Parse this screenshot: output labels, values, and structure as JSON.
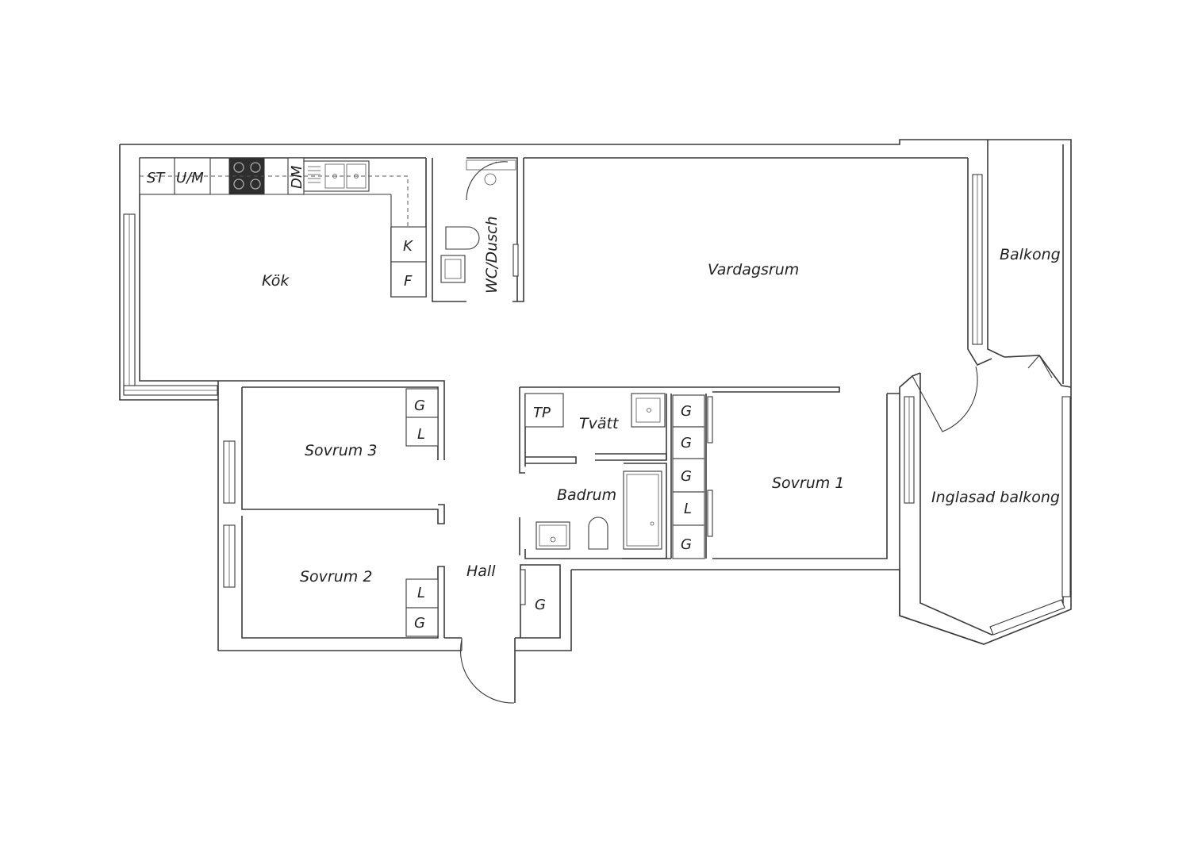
{
  "rooms": {
    "kok": "Kök",
    "wc_dusch": "WC/Dusch",
    "vardagsrum": "Vardagsrum",
    "balkong": "Balkong",
    "inglasad_balkong": "Inglasad balkong",
    "sovrum1": "Sovrum 1",
    "sovrum2": "Sovrum 2",
    "sovrum3": "Sovrum 3",
    "tvatt": "Tvätt",
    "badrum": "Badrum",
    "hall": "Hall"
  },
  "kitchen_marks": {
    "st": "ST",
    "um": "U/M",
    "dm": "DM",
    "k": "K",
    "f": "F"
  },
  "wardrobe_marks": {
    "s3_g": "G",
    "s3_l": "L",
    "s2_l": "L",
    "s2_g": "G",
    "hall_g": "G",
    "s1_g1": "G",
    "s1_g2": "G",
    "s1_g3": "G",
    "s1_l": "L",
    "s1_g4": "G",
    "tp": "TP"
  }
}
